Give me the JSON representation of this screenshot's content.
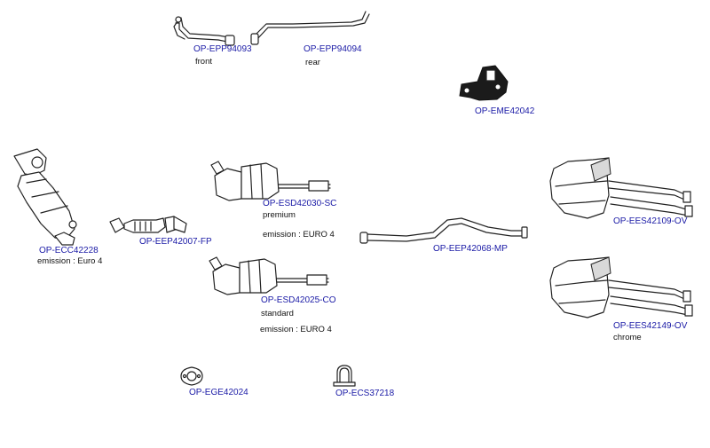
{
  "parts": {
    "epp94093": {
      "code": "OP-EPP94093",
      "note": "front"
    },
    "epp94094": {
      "code": "OP-EPP94094",
      "note": "rear"
    },
    "eme42042": {
      "code": "OP-EME42042"
    },
    "ecc42228": {
      "code": "OP-ECC42228",
      "note": "emission : Euro 4"
    },
    "eep42007": {
      "code": "OP-EEP42007-FP"
    },
    "esd42030": {
      "code": "OP-ESD42030-SC",
      "note": "premium",
      "note2": "emission : EURO 4"
    },
    "esd42025": {
      "code": "OP-ESD42025-CO",
      "note": "standard",
      "note2": "emission : EURO 4"
    },
    "eep42068": {
      "code": "OP-EEP42068-MP"
    },
    "ees42109": {
      "code": "OP-EES42109-OV"
    },
    "ees42149": {
      "code": "OP-EES42149-OV",
      "note": "chrome"
    },
    "ege42024": {
      "code": "OP-EGE42024"
    },
    "ecs37218": {
      "code": "OP-ECS37218"
    }
  },
  "colors": {
    "code_link": "#1a1aa6",
    "line": "#222222",
    "text": "#111111"
  }
}
